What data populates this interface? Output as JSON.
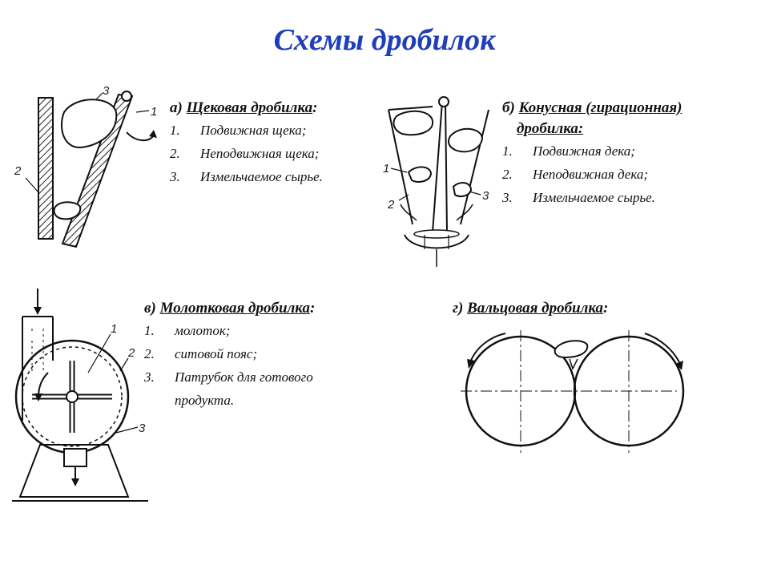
{
  "title": "Схемы дробилок",
  "sections": {
    "a": {
      "prefix": "а)",
      "name": "Щековая дробилка",
      "suffix": ":",
      "items": [
        {
          "num": "1.",
          "text": "Подвижная щека;"
        },
        {
          "num": "2.",
          "text": "Неподвижная щека;"
        },
        {
          "num": "3.",
          "text": "Измельчаемое сырье."
        }
      ],
      "figure_labels": [
        "1",
        "2",
        "3"
      ]
    },
    "b": {
      "prefix": "б)",
      "name_line1": "Конусная (гирационная)",
      "name_line2": "дробилка:",
      "items": [
        {
          "num": "1.",
          "text": "Подвижная дека;"
        },
        {
          "num": "2.",
          "text": "Неподвижная дека;"
        },
        {
          "num": "3.",
          "text": "Измельчаемое сырье."
        }
      ],
      "figure_labels": [
        "1",
        "2",
        "3"
      ]
    },
    "v": {
      "prefix": "в)",
      "name": "Молотковая дробилка",
      "suffix": ":",
      "items": [
        {
          "num": "1.",
          "text": "молоток;"
        },
        {
          "num": "2.",
          "text": "ситовой пояс;"
        },
        {
          "num": "3.",
          "text": "Патрубок для готового"
        },
        {
          "num": "",
          "text": "продукта."
        }
      ],
      "figure_labels": [
        "1",
        "2",
        "3"
      ]
    },
    "g": {
      "prefix": "г)",
      "name": "Вальцовая дробилка",
      "suffix": ":"
    }
  }
}
